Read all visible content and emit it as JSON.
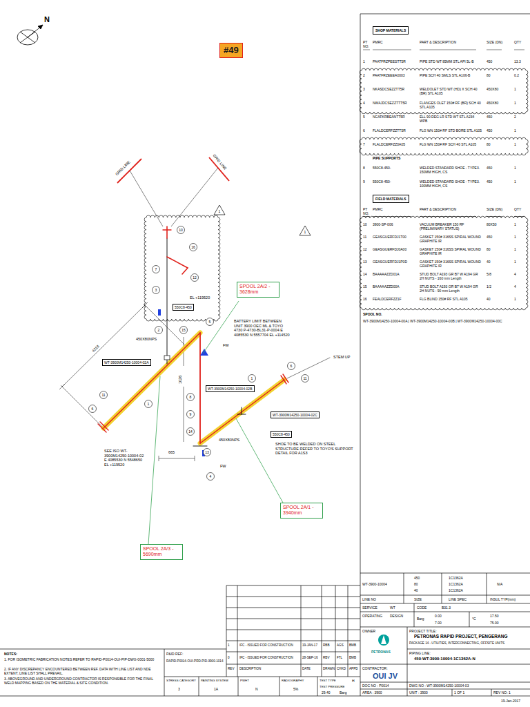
{
  "diagram": {
    "nodes": [
      {
        "text": [
          "#49"
        ]
      },
      {
        "text": [
          "SPOOL 2A/2 - 3628mm"
        ]
      },
      {
        "text": [
          "SPOOL 2A/1 - 3940mm"
        ]
      },
      {
        "text": [
          "SPOOL 2A/3 - 5690mm"
        ]
      },
      {
        "text": [
          "SHOP MATERIALS"
        ]
      },
      {
        "text": [
          "FIELD MATERIALS"
        ]
      },
      {
        "text": [
          "WT-3900M14250-10004-02A"
        ]
      },
      {
        "text": [
          "WT-3900M14250-10004-02B"
        ]
      },
      {
        "text": [
          "WT-3900M14250-10004-02C"
        ]
      },
      {
        "text": [
          "550C8-450"
        ]
      },
      {
        "text": [
          "550C8-450"
        ]
      }
    ],
    "labels": [
      "N",
      "GRID LINE",
      "GRID LINE",
      "4218",
      "1026",
      "665",
      "BATTERY LIMIT BETWEEN UNIT 3900 OEC ML & TOYO 4730 P-4730-BL31-P-0004 E 4085530 N 5557704 EL +114520",
      "STEM UP",
      "SEE ISO WT-3900M14250-10004-02 E 4085530 N 5548650 EL +119520",
      "SHOE TO BE WELDED ON STEEL STRUCTURE REFER TO TOYO'S SUPPORT DETAIL FOR A1S3",
      "EL +119520",
      "450X80NPS",
      "450X80NPS",
      "FW",
      "FW",
      "10",
      "16",
      "12",
      "3",
      "7",
      "2",
      "15",
      "5",
      "6",
      "11",
      "1",
      "8",
      "9",
      "14",
      "13",
      "4",
      "1",
      "6",
      "11",
      "1",
      "1",
      "PT NO.",
      "PMRC",
      "PART & DESCRIPTION",
      "SIZE (DN)",
      "QTY",
      "1",
      "PAATFRZPEESTT5R",
      "PIPE STD WT 85MM STL API 5L-B",
      "450",
      "13.3",
      "2",
      "PAATFRZEEEA0003",
      "PIPE SCH 40 SMLS STL A106-B",
      "80",
      "0.2",
      "3",
      "NKASDCSEZZTT5R",
      "WELDOLET STD WT (HD) X SCH 40 (BR) STL A105",
      "450X80",
      "1",
      "4",
      "NWAJDCSEZZTTT5R",
      "FLANGES OLET 150# RF (BR) SCH 40 STL A105",
      "450X80",
      "1",
      "5",
      "NCAFKRBEANTT5R",
      "ELL 90 DEG LR STD WT STL A234 WPB",
      "450",
      "2",
      "6",
      "FLALDCERFZZTT5R",
      "FLG WN 150# RF STD BORE STL A105",
      "450",
      "1",
      "7",
      "FLALDCERFZZ0A05",
      "FLG WN 150# RF SCH 40 STL A105",
      "80",
      "1",
      "PIPE SUPPORTS",
      "8",
      "550C8-450-",
      "WELDED STANDARD SHOE - TYPE3. 150MM HIGH, CS",
      "450",
      "1",
      "9",
      "550C8-450-",
      "WELDED STANDARD SHOE - TYPE3. 100MM HIGH, CS",
      "450",
      "1",
      "PT NO.",
      "PMRC",
      "PART & DESCRIPTION",
      "SIZE (DN)",
      "QTY",
      "10",
      "3900-SP-006",
      "VACUUM BREAKER 150 RF (PRELIMINARY STATUS)",
      "80X50",
      "1",
      "11",
      "GEASGUERFDJ1T00",
      "GASKET 150# 316SS SPIRAL WOUND GRAPHITE IR",
      "450",
      "1",
      "12",
      "GEASGUERFDJ0A00",
      "GASKET 150# 316SS SPIRAL WOUND GRAPHITE IR",
      "80",
      "1",
      "13",
      "GEASGUERFDJ1P0D",
      "GASKET 150# 316SS SPIRAL WOUND GRAPHITE IR",
      "40",
      "1",
      "14",
      "BAAAAAZZD01A",
      "STUD BOLT A193 GR B7 W A194 GR 2H NUTS - 160 mm Length",
      "5/8",
      "4",
      "15",
      "BAAAAAZZD00A",
      "STUD BOLT A193 GR B7 W A194 GR 2H NUTS - 90 mm Length",
      "1/2",
      "4",
      "16",
      "FEALDCERFZZ1F",
      "FLG BLIND 150# RF STL A105",
      "40",
      "1",
      "SPOOL NO.",
      "WT-3900M14250-10004-00A | WT-3900M14250-10004-00B | WT-3900M14250-10004-00C",
      "NOTES:",
      "1. FOR ISOMETRIC FABRICATION NOTES REFER TO RAPID-P0014-OUI-PIP-DWG-0001-5000",
      "2. IF ANY DISCREPANCY ENCOUNTERED BETWEEN REF. DATA WITH LINE LIST AND NDE EXTENT, LINE LIST SHALL PREVAIL.",
      "3. ABOVEGROUND AND UNDERGROUND CONTRACTOR IS RESPONSIBLE FOR THE FINAL WELD MAPPING BASED ON THE MATERIAL & SITE CONDITION.",
      "P&ID REF:",
      "RAPID-P0014-OUI-PRD-PID-3900-1014",
      "1",
      "IFC - ISSUED FOR CONSTRUCTION",
      "19-JAN-17",
      "RBB",
      "AGS",
      "BMB",
      "0",
      "IFC - ISSUED FOR CONSTRUCTION",
      "28-SEP-16",
      "RBV",
      "FTL",
      "BMB",
      "REV",
      "DESCRIPTION",
      "DATE",
      "DRAWN",
      "CHKD",
      "APPD",
      "STRESS CATEGORY",
      "3",
      "PAINTING SYSTEM",
      "1A",
      "PWHT",
      "N",
      "RADIOGRAPHY",
      "5%",
      "TEST TYPE",
      "H",
      "TEST PRESSURE",
      "29.40",
      "Barg",
      "WT-3900-10004",
      "450",
      "80",
      "40",
      "1C1362A",
      "1C1362A",
      "1C1362A",
      "N/A",
      "LINE NO",
      "SIZE",
      "LINE SPEC",
      "INSUL TYP(mm)",
      "SERVICE",
      "WT",
      "CODE",
      "B31.3",
      "OPERATING",
      "DESIGN",
      "Barg",
      "0.00",
      "7.00",
      "°C",
      "17.50",
      "75.00",
      "OWNER",
      "PETRONAS",
      "PROJECT TITLE:",
      "PETRONAS RAPID PROJECT, PENGERANG",
      "PACKAGE 14 - UTILITIES, INTERCONNECTING, OFFSITE UNITS",
      "PIPING LINE:",
      "450-WT-3900-10004-1C1362A-N",
      "CONTRACTOR:",
      "OUI JV",
      "DOC NO : P0014",
      "DWG NO : WT-3900M14250-10004-03",
      "AREA : 3900",
      "UNIT : 3900",
      "1 OF 1",
      "REV NO: 1",
      "19-Jan-2017"
    ]
  }
}
